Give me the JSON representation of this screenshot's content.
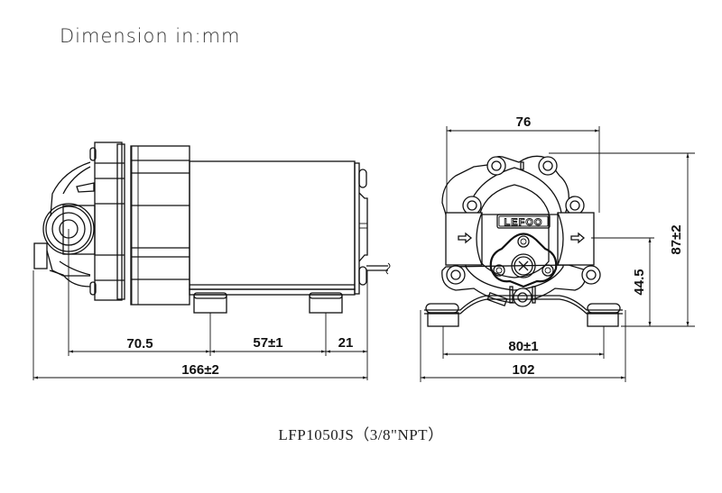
{
  "header": {
    "title": "Dimension in:mm"
  },
  "side_view": {
    "dimensions": {
      "inlet_to_foot": "70.5",
      "foot_spacing": "57±1",
      "foot_to_end": "21",
      "overall_length": "166±2"
    }
  },
  "front_view": {
    "brand_logo": "LEFOO",
    "dimensions": {
      "width": "76",
      "overall_height": "87±2",
      "port_height": "44.5",
      "mount_spacing": "80±1",
      "base_width": "102"
    }
  },
  "caption": "LFP1050JS（3/8\"NPT）",
  "colors": {
    "line": "#111111",
    "background": "#ffffff",
    "title": "#333333"
  }
}
